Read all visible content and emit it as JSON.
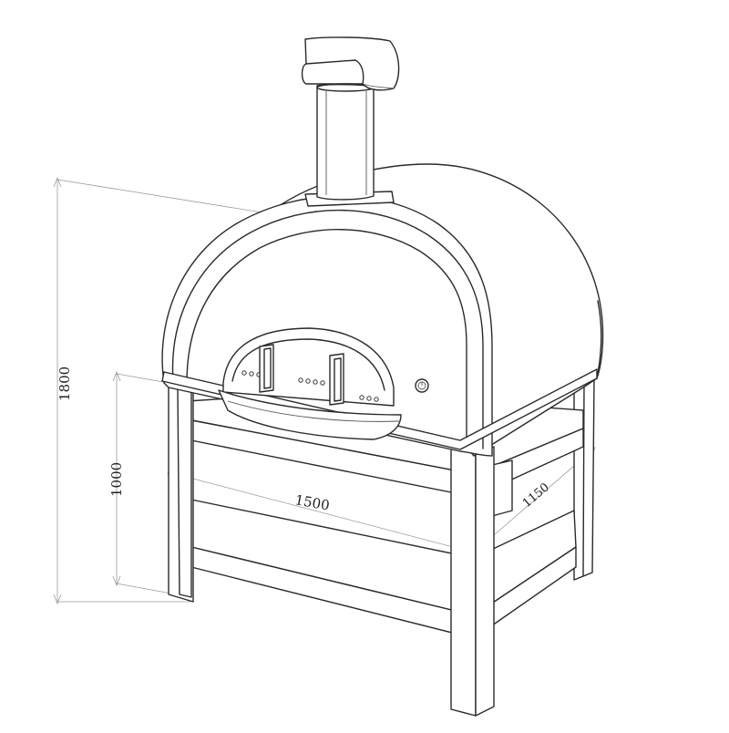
{
  "dimensions": {
    "height_total": "1800",
    "height_base": "1000",
    "width": "1500",
    "depth": "1150"
  }
}
